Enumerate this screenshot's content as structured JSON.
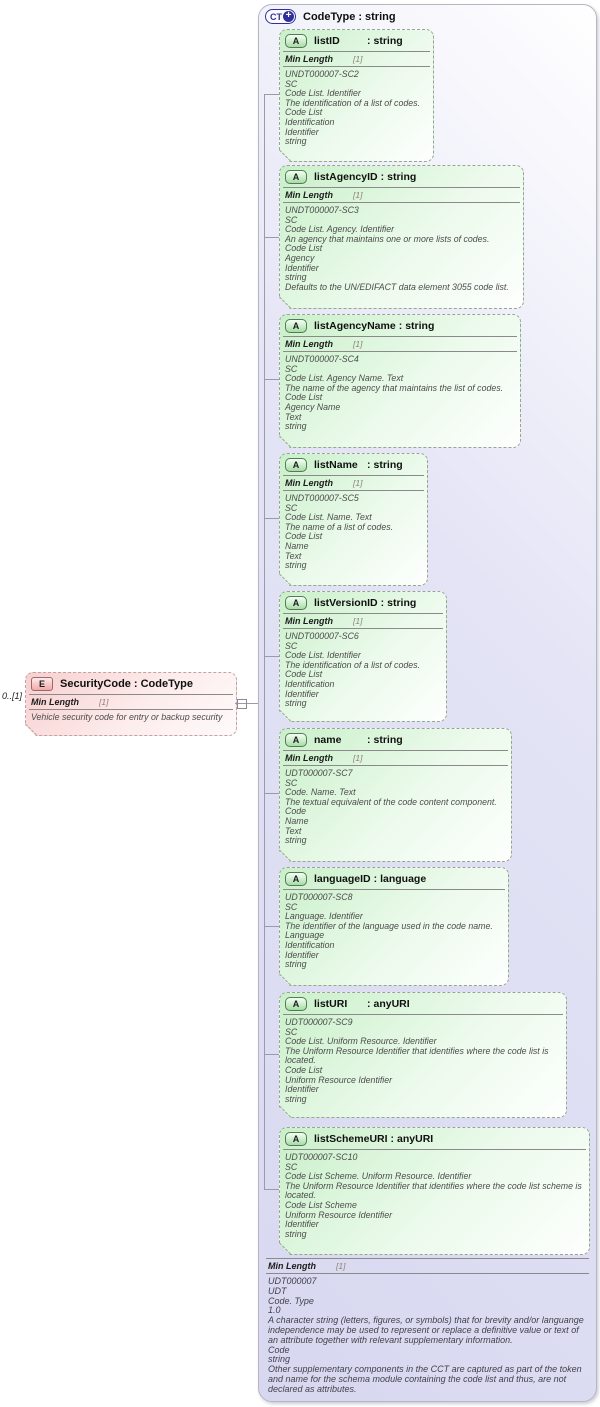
{
  "sep": ":",
  "colors": {
    "complex_type_fill": "#dcdcf2",
    "complex_type_accent": "#30309a",
    "attribute_fill": "#cdf2cd",
    "attribute_icon_border": "#567a56",
    "element_fill": "#f8d0d0",
    "connector": "#9a9aa8"
  },
  "complex_type": {
    "icon": "CT",
    "icon_badge": "+",
    "name": "CodeType",
    "type": "string",
    "attributes": [
      {
        "icon": "A",
        "name": "listID",
        "type": "string",
        "facet": {
          "name": "Min Length",
          "value": "[1]"
        },
        "facts": [
          "UNDT000007-SC2",
          "SC",
          "Code List. Identifier",
          "The identification of a list of codes.",
          "Code List",
          "Identification",
          "Identifier",
          "string"
        ]
      },
      {
        "icon": "A",
        "name": "listAgencyID",
        "type": "string",
        "facet": {
          "name": "Min Length",
          "value": "[1]"
        },
        "facts": [
          "UNDT000007-SC3",
          "SC",
          "Code List. Agency. Identifier",
          "An agency that maintains one or more lists of codes.",
          "Code List",
          "Agency",
          "Identifier",
          "string",
          "Defaults to the UN/EDIFACT data element 3055 code list."
        ]
      },
      {
        "icon": "A",
        "name": "listAgencyName",
        "type": "string",
        "facet": {
          "name": "Min Length",
          "value": "[1]"
        },
        "facts": [
          "UNDT000007-SC4",
          "SC",
          "Code List. Agency Name. Text",
          "The name of the agency that maintains the list of codes.",
          "Code List",
          "Agency Name",
          "Text",
          "string"
        ]
      },
      {
        "icon": "A",
        "name": "listName",
        "type": "string",
        "facet": {
          "name": "Min Length",
          "value": "[1]"
        },
        "facts": [
          "UNDT000007-SC5",
          "SC",
          "Code List. Name. Text",
          "The name of a list of codes.",
          "Code List",
          "Name",
          "Text",
          "string"
        ]
      },
      {
        "icon": "A",
        "name": "listVersionID",
        "type": "string",
        "facet": {
          "name": "Min Length",
          "value": "[1]"
        },
        "facts": [
          "UNDT000007-SC6",
          "SC",
          "Code List. Identifier",
          "The identification of a list of codes.",
          "Code List",
          "Identification",
          "Identifier",
          "string"
        ]
      },
      {
        "icon": "A",
        "name": "name",
        "type": "string",
        "facet": {
          "name": "Min Length",
          "value": "[1]"
        },
        "facts": [
          "UDT000007-SC7",
          "SC",
          "Code. Name. Text",
          "The textual equivalent of the code content component.",
          "Code",
          "Name",
          "Text",
          "string"
        ]
      },
      {
        "icon": "A",
        "name": "languageID",
        "type": "language",
        "facet": null,
        "facts": [
          "UDT000007-SC8",
          "SC",
          "Language. Identifier",
          "The identifier of the language used in the code name.",
          "Language",
          "Identification",
          "Identifier",
          "string"
        ]
      },
      {
        "icon": "A",
        "name": "listURI",
        "type": "anyURI",
        "facet": null,
        "facts": [
          "UDT000007-SC9",
          "SC",
          "Code List. Uniform Resource. Identifier",
          "The Uniform Resource Identifier that identifies where the code list is located.",
          "Code List",
          "Uniform Resource Identifier",
          "Identifier",
          "string"
        ]
      },
      {
        "icon": "A",
        "name": "listSchemeURI",
        "type": "anyURI",
        "facet": null,
        "facts": [
          "UDT000007-SC10",
          "SC",
          "Code List Scheme. Uniform Resource. Identifier",
          "The Uniform Resource Identifier that identifies where the code list scheme is located.",
          "Code List Scheme",
          "Uniform Resource Identifier",
          "Identifier",
          "string"
        ]
      }
    ],
    "footer": {
      "facet": {
        "name": "Min Length",
        "value": "[1]"
      },
      "facts": [
        "UDT000007",
        "UDT",
        "Code. Type",
        "1.0",
        "A character string (letters, figures, or symbols) that for brevity and/or languange independence may be used to represent or replace a definitive value or text of an attribute together with relevant supplementary information.",
        "Code",
        "string",
        "Other supplementary components in the CCT are captured as part of the token and name for the schema module containing the code list and thus, are not declared as attributes."
      ]
    }
  },
  "element": {
    "icon": "E",
    "cardinality": "0..[1]",
    "name": "SecurityCode",
    "type": "CodeType",
    "facet": {
      "name": "Min Length",
      "value": "[1]"
    },
    "description": "Vehicle security code for entry or backup security"
  }
}
